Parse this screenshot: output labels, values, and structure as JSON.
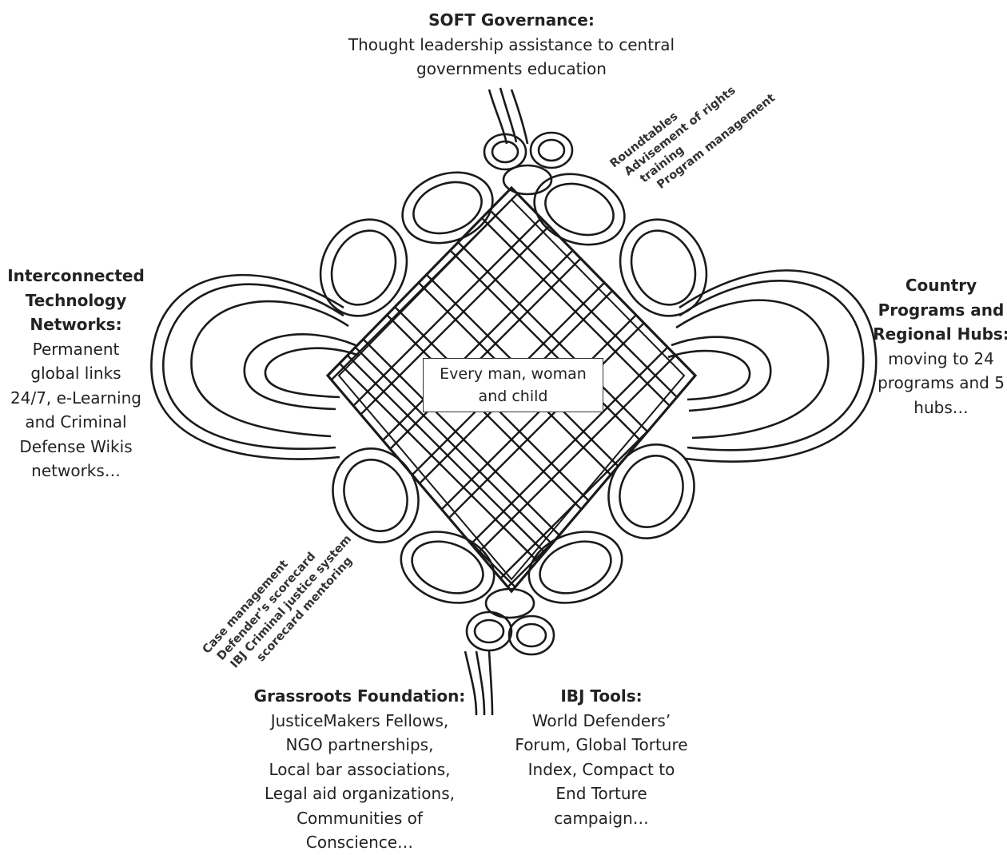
{
  "center_text": {
    "line1": "Every man, woman",
    "line2": "and child"
  },
  "soft_governance": {
    "heading": "SOFT Governance:",
    "lines": [
      "Thought leadership assistance to central",
      "governments education"
    ]
  },
  "technology_networks": {
    "heading_lines": [
      "Interconnected",
      "Technology",
      "Networks:"
    ],
    "lines": [
      "Permanent",
      "global links",
      "24/7, e-Learning",
      "and Criminal",
      "Defense Wikis",
      "networks…"
    ]
  },
  "country_programs": {
    "heading_lines": [
      "Country",
      "Programs and",
      "Regional Hubs:"
    ],
    "lines": [
      "moving to 24",
      "programs and 5",
      "hubs…"
    ]
  },
  "grassroots": {
    "heading": "Grassroots Foundation:",
    "lines": [
      "JusticeMakers Fellows,",
      "NGO partnerships,",
      "Local bar associations,",
      "Legal aid organizations,",
      "Communities of",
      "Conscience…"
    ]
  },
  "ibj_tools": {
    "heading": "IBJ Tools:",
    "lines": [
      "World Defenders’",
      "Forum, Global Torture",
      "Index, Compact to",
      "End Torture",
      "campaign…"
    ]
  },
  "governance_activities": [
    "Roundtables",
    "Advisement of rights",
    "training",
    "Program management"
  ],
  "tool_activities": [
    "Case management",
    "Defender’s scorecard",
    "IBJ Criminal justice system",
    "scorecard mentoring"
  ]
}
